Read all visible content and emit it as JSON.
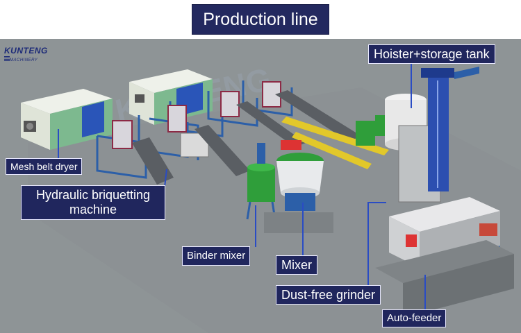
{
  "title": "Production line",
  "logo": {
    "brand": "KUNTENG",
    "sub": "MACHINERY"
  },
  "colors": {
    "label_bg": "#20265d",
    "title_bg": "#23295f",
    "leader_line": "#2a4cc4",
    "scene_bg": "#8e9496",
    "machine_blue": "#2c5fa8",
    "conveyor_yellow": "#e2c82a",
    "mixer_green": "#2f9e3a"
  },
  "labels": {
    "hoister": "Hoister+storage tank",
    "dryer": "Mesh belt dryer",
    "briquetting_line1": "Hydraulic briquetting",
    "briquetting_line2": "machine",
    "binder_mixer": "Binder mixer",
    "mixer": "Mixer",
    "grinder": "Dust-free grinder",
    "feeder": "Auto-feeder"
  }
}
